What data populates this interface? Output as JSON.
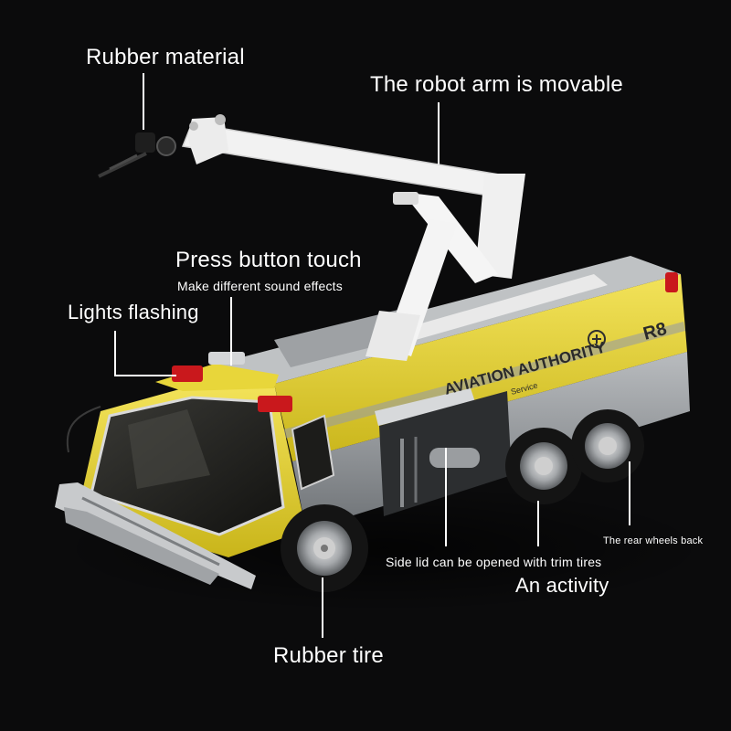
{
  "annotations": {
    "rubber_material": "Rubber material",
    "robot_arm": "The robot arm is movable",
    "press_button": "Press button touch",
    "sound_effects": "Make different sound effects",
    "lights_flashing": "Lights flashing",
    "rear_wheels": "The rear wheels back",
    "side_lid": "Side lid can be opened with trim tires",
    "activity": "An activity",
    "rubber_tire": "Rubber tire"
  },
  "truck": {
    "side_text": "AVIATION AUTHORITY",
    "service_text": "Service",
    "unit_number": "R8",
    "body_color": "#e7d42a",
    "trim_color": "#8e9296",
    "arm_color": "#f2f2f2",
    "light_color": "#c9181c"
  }
}
